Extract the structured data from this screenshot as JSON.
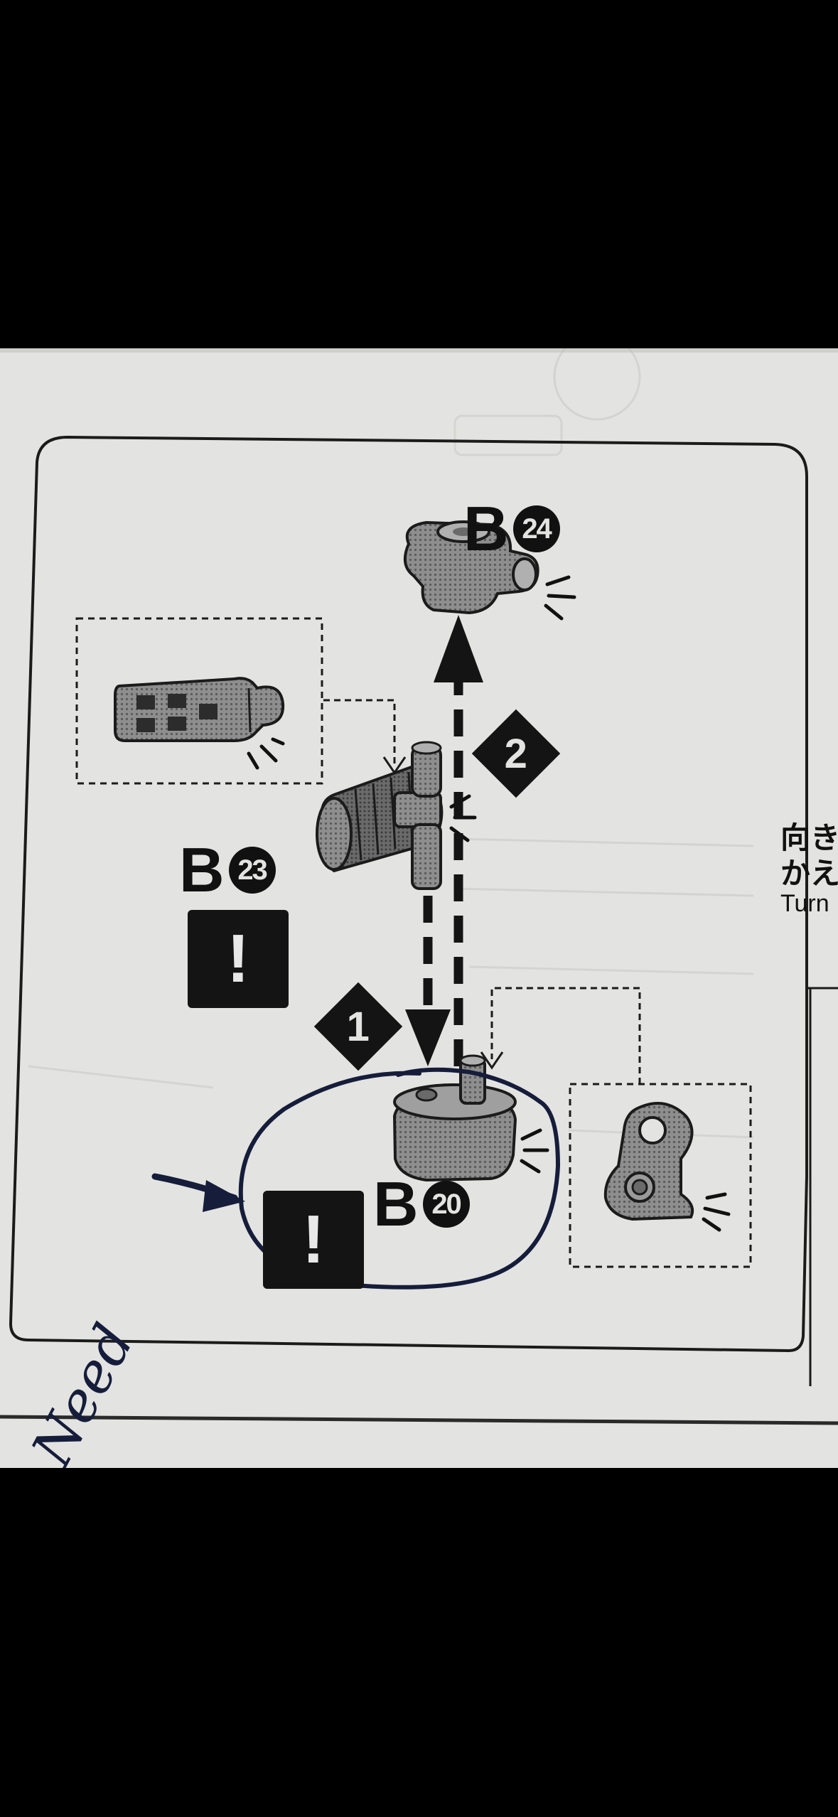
{
  "parts": {
    "b24": {
      "letter": "B",
      "number": "24"
    },
    "b23": {
      "letter": "B",
      "number": "23"
    },
    "b20": {
      "letter": "B",
      "number": "20"
    }
  },
  "steps": {
    "step1": "1",
    "step2": "2"
  },
  "warnings": {
    "symbol": "!"
  },
  "side_note": {
    "line1": "向き",
    "line2": "かえ",
    "line3": "Turn"
  },
  "handwritten_note": "Need",
  "colors": {
    "paper": "#e3e3e1",
    "ink": "#141414",
    "pen": "#151d3a"
  }
}
